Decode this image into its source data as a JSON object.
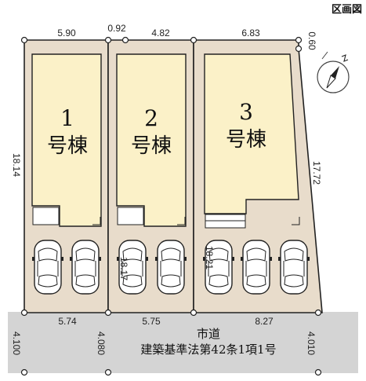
{
  "header": {
    "label": "区画図"
  },
  "lots": [
    {
      "number": "1",
      "label": "号棟"
    },
    {
      "number": "2",
      "label": "号棟"
    },
    {
      "number": "3",
      "label": "号棟"
    }
  ],
  "top_dims": [
    "5.90",
    "0.92",
    "4.82",
    "6.83",
    "0.60"
  ],
  "side_dims": {
    "left": "18.14",
    "right": "17.72",
    "inner_a": "18.17",
    "inner_b": "18.21"
  },
  "frontage_dims": [
    "5.74",
    "5.75",
    "8.27"
  ],
  "road_widths": [
    "4.100",
    "4.080",
    "4.010"
  ],
  "road": {
    "name": "市道",
    "designation": "建築基準法第42条1項1号"
  },
  "icons": {
    "north": "north-arrow-icon",
    "car": "car-icon"
  },
  "colors": {
    "lot_fill": "#e8dccb",
    "building_fill": "#fbf1c8",
    "road_fill": "#d4d4d4",
    "outline": "#222222"
  }
}
